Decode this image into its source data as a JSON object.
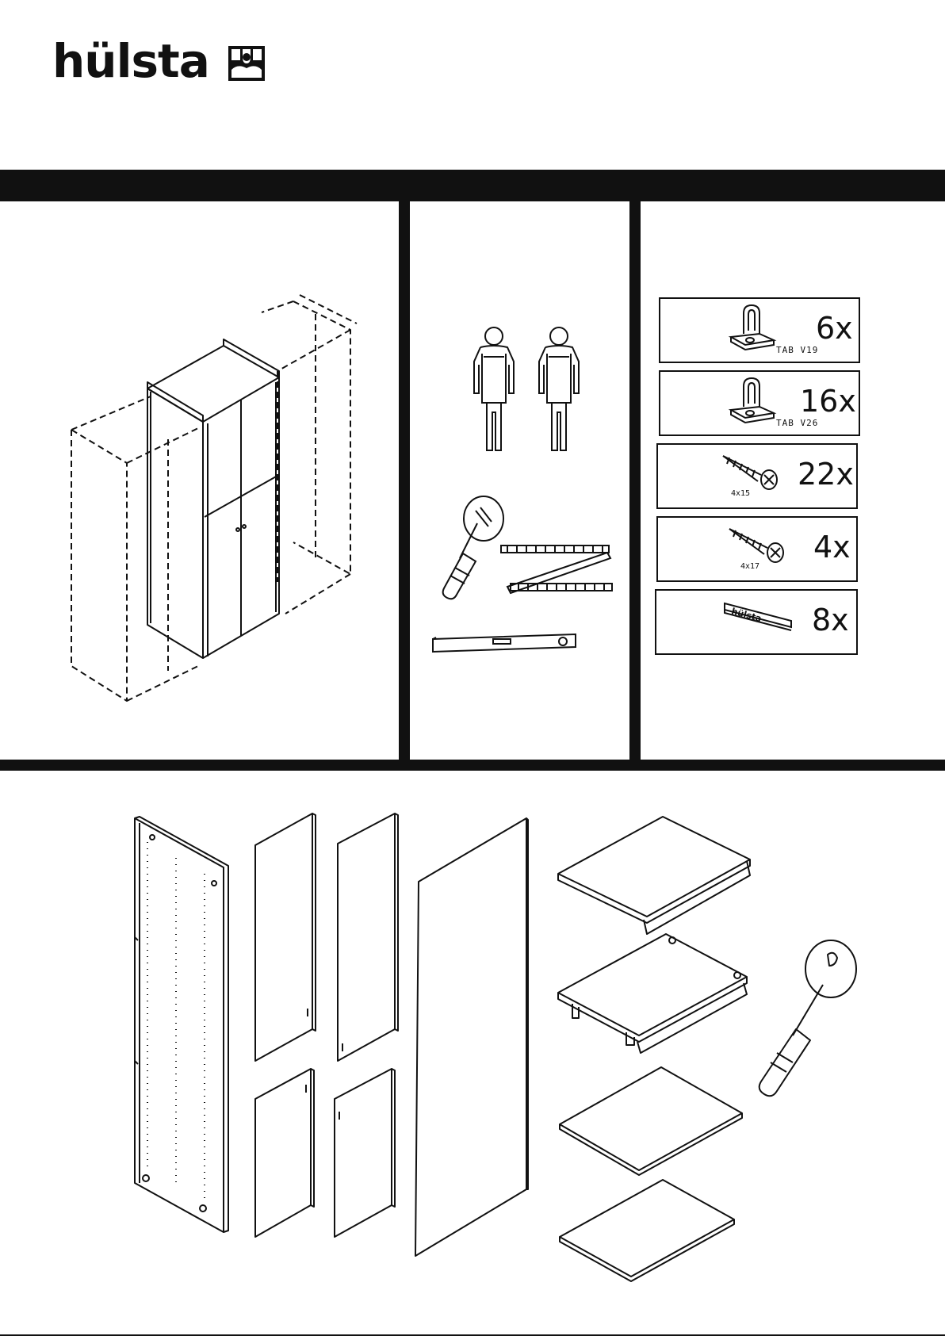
{
  "brand": {
    "name": "hülsta"
  },
  "parts": [
    {
      "code": "TAB V19",
      "qty": "6x"
    },
    {
      "code": "TAB V26",
      "qty": "16x"
    },
    {
      "code": "4x15",
      "qty": "22x"
    },
    {
      "code": "4x17",
      "qty": "4x"
    },
    {
      "code": "hülsta",
      "qty": "8x"
    }
  ],
  "colors": {
    "ink": "#111111",
    "paper": "#ffffff"
  },
  "icons": [
    "hulsta-logo-icon",
    "worker-icon",
    "screwdriver-icon",
    "folding-ruler-icon",
    "spirit-level-icon",
    "bracket-icon",
    "screw-icon",
    "badge-plate-icon"
  ]
}
